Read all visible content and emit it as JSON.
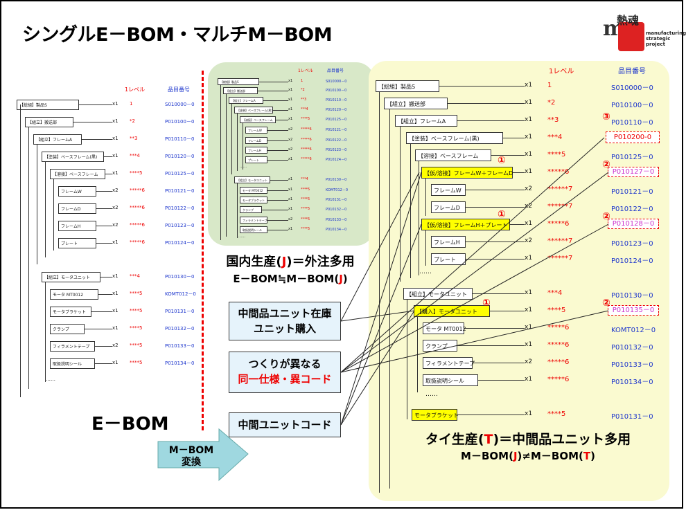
{
  "title": "シングルE－BOM・マルチM－BOM",
  "logo": {
    "kanji": "熱魂",
    "text1": "manufacturing",
    "text2": "strategic",
    "text3": "project"
  },
  "headers": {
    "level": "1レベル",
    "code": "品目番号"
  },
  "ebom": {
    "label": "E－BOM",
    "rows": [
      {
        "name": "【総組】製品S",
        "qty": "x1",
        "lv": "1",
        "code": "S010000－0"
      },
      {
        "name": "【組立】搬送部",
        "qty": "x1",
        "lv": "*2",
        "code": "P010100－0"
      },
      {
        "name": "【組立】フレームA",
        "qty": "x1",
        "lv": "**3",
        "code": "P010110－0"
      },
      {
        "name": "【塗装】ベースフレーム(黒)",
        "qty": "x1",
        "lv": "***4",
        "code": "P010120－0"
      },
      {
        "name": "【溶接】ベースフレーム",
        "qty": "x1",
        "lv": "****5",
        "code": "P010125－0"
      },
      {
        "name": "フレームW",
        "qty": "x2",
        "lv": "*****6",
        "code": "P010121－0"
      },
      {
        "name": "フレームD",
        "qty": "x2",
        "lv": "*****6",
        "code": "P010122－0"
      },
      {
        "name": "フレームH",
        "qty": "x2",
        "lv": "*****6",
        "code": "P010123－0"
      },
      {
        "name": "プレート",
        "qty": "x1",
        "lv": "*****6",
        "code": "P010124－0"
      },
      {
        "name": "【組立】モータユニット",
        "qty": "x1",
        "lv": "***4",
        "code": "P010130－0"
      },
      {
        "name": "モータ MT0012",
        "qty": "x1",
        "lv": "****5",
        "code": "KOMT012－0"
      },
      {
        "name": "モータブラケット",
        "qty": "x1",
        "lv": "****5",
        "code": "P010131－0"
      },
      {
        "name": "クランプ",
        "qty": "x1",
        "lv": "****5",
        "code": "P010132－0"
      },
      {
        "name": "フィラメントテープ",
        "qty": "x2",
        "lv": "****5",
        "code": "P010133－0"
      },
      {
        "name": "取扱説明シール",
        "qty": "x1",
        "lv": "****5",
        "code": "P010134－0"
      }
    ],
    "ellipsis": "……"
  },
  "jbom": {
    "rows": [
      {
        "name": "【総組】製品S",
        "qty": "x1",
        "lv": "1",
        "code": "S010000－0"
      },
      {
        "name": "【組立】搬送部",
        "qty": "x1",
        "lv": "*2",
        "code": "P010100－0"
      },
      {
        "name": "【組立】フレームA",
        "qty": "x1",
        "lv": "**3",
        "code": "P010110－0"
      },
      {
        "name": "【塗装】ベースフレーム(黒)",
        "qty": "x1",
        "lv": "***4",
        "code": "P010120－0"
      },
      {
        "name": "【溶接】ベースフレーム",
        "qty": "x1",
        "lv": "****5",
        "code": "P010125－0"
      },
      {
        "name": "フレームW",
        "qty": "x2",
        "lv": "*****6",
        "code": "P010121－0"
      },
      {
        "name": "フレームD",
        "qty": "x2",
        "lv": "*****6",
        "code": "P010122－0"
      },
      {
        "name": "フレームH",
        "qty": "x2",
        "lv": "*****6",
        "code": "P010123－0"
      },
      {
        "name": "プレート",
        "qty": "x1",
        "lv": "*****6",
        "code": "P010124－0"
      },
      {
        "name": "【組立】モータユニット",
        "qty": "x1",
        "lv": "***4",
        "code": "P010130－0"
      },
      {
        "name": "モータ MT0012",
        "qty": "x1",
        "lv": "****5",
        "code": "KOMT012－0"
      },
      {
        "name": "モータブラケット",
        "qty": "x1",
        "lv": "****5",
        "code": "P010131－0"
      },
      {
        "name": "クランプ",
        "qty": "x1",
        "lv": "****5",
        "code": "P010132－0"
      },
      {
        "name": "フィラメントテープ",
        "qty": "x2",
        "lv": "****5",
        "code": "P010133－0"
      },
      {
        "name": "取扱説明シール",
        "qty": "x1",
        "lv": "****5",
        "code": "P010134－0"
      }
    ],
    "caption1_a": "国内生産(",
    "caption1_b": "J",
    "caption1_c": ")＝外注多用",
    "caption2_a": "E－BOM≒M－BOM(",
    "caption2_b": "J",
    "caption2_c": ")"
  },
  "tbom": {
    "rows": [
      {
        "name": "【総組】製品S",
        "qty": "x1",
        "lv": "1",
        "code": "S010000－0"
      },
      {
        "name": "【組立】搬送部",
        "qty": "x1",
        "lv": "*2",
        "code": "P010100－0"
      },
      {
        "name": "【組立】フレームA",
        "qty": "x1",
        "lv": "**3",
        "code": "P010110－0"
      },
      {
        "name": "【塗装】ベースフレーム(黒)",
        "qty": "x1",
        "lv": "***4",
        "code": "P010200-0"
      },
      {
        "name": "【溶接】ベースフレーム",
        "qty": "x1",
        "lv": "****5",
        "code": "P010125－0"
      },
      {
        "name": "【仮/溶接】フレームW＋フレームD",
        "qty": "x1",
        "lv": "*****6",
        "code": "P010127－0"
      },
      {
        "name": "フレームW",
        "qty": "x2",
        "lv": "******7",
        "code": "P010121－0"
      },
      {
        "name": "フレームD",
        "qty": "x2",
        "lv": "******7",
        "code": "P010122－0"
      },
      {
        "name": "【仮/溶接】フレームH＋プレート",
        "qty": "x1",
        "lv": "*****6",
        "code": "P010128－0"
      },
      {
        "name": "フレームH",
        "qty": "x2",
        "lv": "******7",
        "code": "P010123－0"
      },
      {
        "name": "プレート",
        "qty": "x1",
        "lv": "******7",
        "code": "P010124－0"
      },
      {
        "name": "【組立】モータユニット",
        "qty": "x1",
        "lv": "***4",
        "code": "P010130－0"
      },
      {
        "name": "【購入】モータユニット",
        "qty": "x1",
        "lv": "****5",
        "code": "P010135－0"
      },
      {
        "name": "モータ MT0012",
        "qty": "x1",
        "lv": "*****6",
        "code": "KOMT012－0"
      },
      {
        "name": "クランプ",
        "qty": "x1",
        "lv": "*****6",
        "code": "P010132－0"
      },
      {
        "name": "フィラメントテープ",
        "qty": "x2",
        "lv": "*****6",
        "code": "P010133－0"
      },
      {
        "name": "取扱説明シール",
        "qty": "x1",
        "lv": "*****6",
        "code": "P010134－0"
      },
      {
        "name": "モータブラケット",
        "qty": "x1",
        "lv": "****5",
        "code": "P010131－0"
      }
    ],
    "caption1_a": "タイ生産(",
    "caption1_b": "T",
    "caption1_c": ")＝中間品ユニット多用",
    "caption2_a": "M－BOM(",
    "caption2_b": "J",
    "caption2_c": ")≠M－BOM(",
    "caption2_d": "T",
    "caption2_e": ")"
  },
  "callouts": {
    "c1_l1": "中間品ユニット在庫",
    "c1_l2": "ユニット購入",
    "c2_l1": "つくりが異なる",
    "c2_l2": "同一仕様・異コード",
    "c3": "中間ユニットコード"
  },
  "markers": {
    "one": "①",
    "two": "②",
    "three": "③"
  },
  "arrow": {
    "line1": "M－BOM",
    "line2": "変換"
  },
  "colors": {
    "green_bubble": "#d8e8c8",
    "yellow_bubble": "#fafad0",
    "highlight": "#ffff00",
    "red": "#e00000",
    "blue": "#1a33cc",
    "callout_fill": "#e6f3fb",
    "arrow_fill": "#9fd8e0"
  }
}
